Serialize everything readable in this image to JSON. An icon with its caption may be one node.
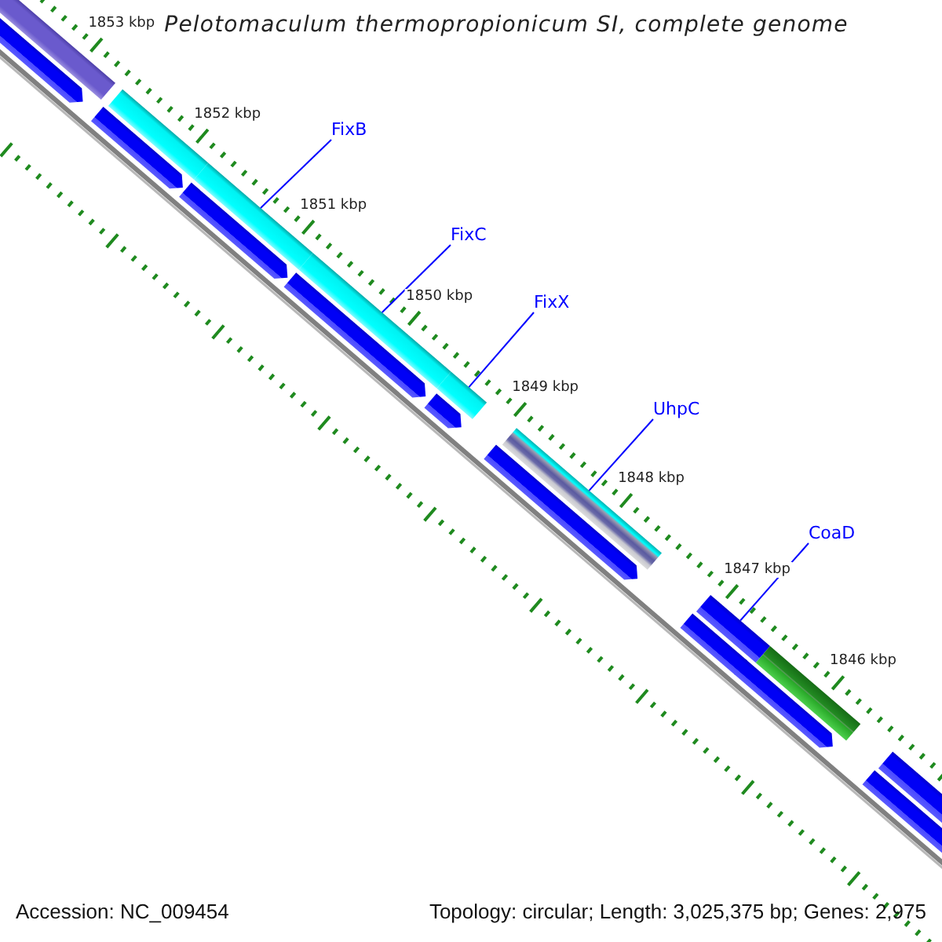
{
  "diagram": {
    "title": "Pelotomaculum thermopropionicum SI, complete genome",
    "nodes": [
      {
        "text": [
          "FixB"
        ]
      },
      {
        "text": [
          "FixC"
        ]
      },
      {
        "text": [
          "FixX"
        ]
      },
      {
        "text": [
          "UhpC"
        ]
      },
      {
        "text": [
          "CoaD"
        ]
      },
      {
        "text": [],
        "shape": "bar"
      },
      {
        "text": [],
        "shape": "arrow"
      },
      {
        "text": [],
        "shape": "arrow"
      },
      {
        "text": [],
        "shape": "bar"
      },
      {
        "text": [],
        "shape": "bar"
      },
      {
        "text": [],
        "shape": "arrow"
      },
      {
        "text": [],
        "shape": "bar"
      },
      {
        "text": [],
        "shape": "arrow"
      },
      {
        "text": [],
        "shape": "bar"
      },
      {
        "text": [],
        "shape": "arrow"
      },
      {
        "text": [],
        "shape": "arrow"
      },
      {
        "text": [],
        "shape": "bar"
      },
      {
        "text": [],
        "shape": "arrow"
      },
      {
        "text": [],
        "shape": "bar"
      },
      {
        "text": [],
        "shape": "arrow"
      },
      {
        "text": [],
        "shape": "bar"
      },
      {
        "text": [],
        "shape": "arrow"
      },
      {
        "text": [],
        "shape": "bar"
      }
    ],
    "edges": [
      {
        "from": 0,
        "to": 9,
        "arrow": "none"
      },
      {
        "from": 1,
        "to": 11,
        "arrow": "none"
      },
      {
        "from": 2,
        "to": 13,
        "arrow": "none"
      },
      {
        "from": 3,
        "to": 16,
        "arrow": "none"
      },
      {
        "from": 4,
        "to": 18,
        "arrow": "none"
      }
    ],
    "labels": [
      "1853 kbp",
      "1852 kbp",
      "1851 kbp",
      "1850 kbp",
      "1849 kbp",
      "1848 kbp",
      "1847 kbp",
      "1846 kbp",
      "Accession: NC_009454",
      "Topology: circular; Length: 3,025,375 bp; Genes: 2,975"
    ]
  }
}
